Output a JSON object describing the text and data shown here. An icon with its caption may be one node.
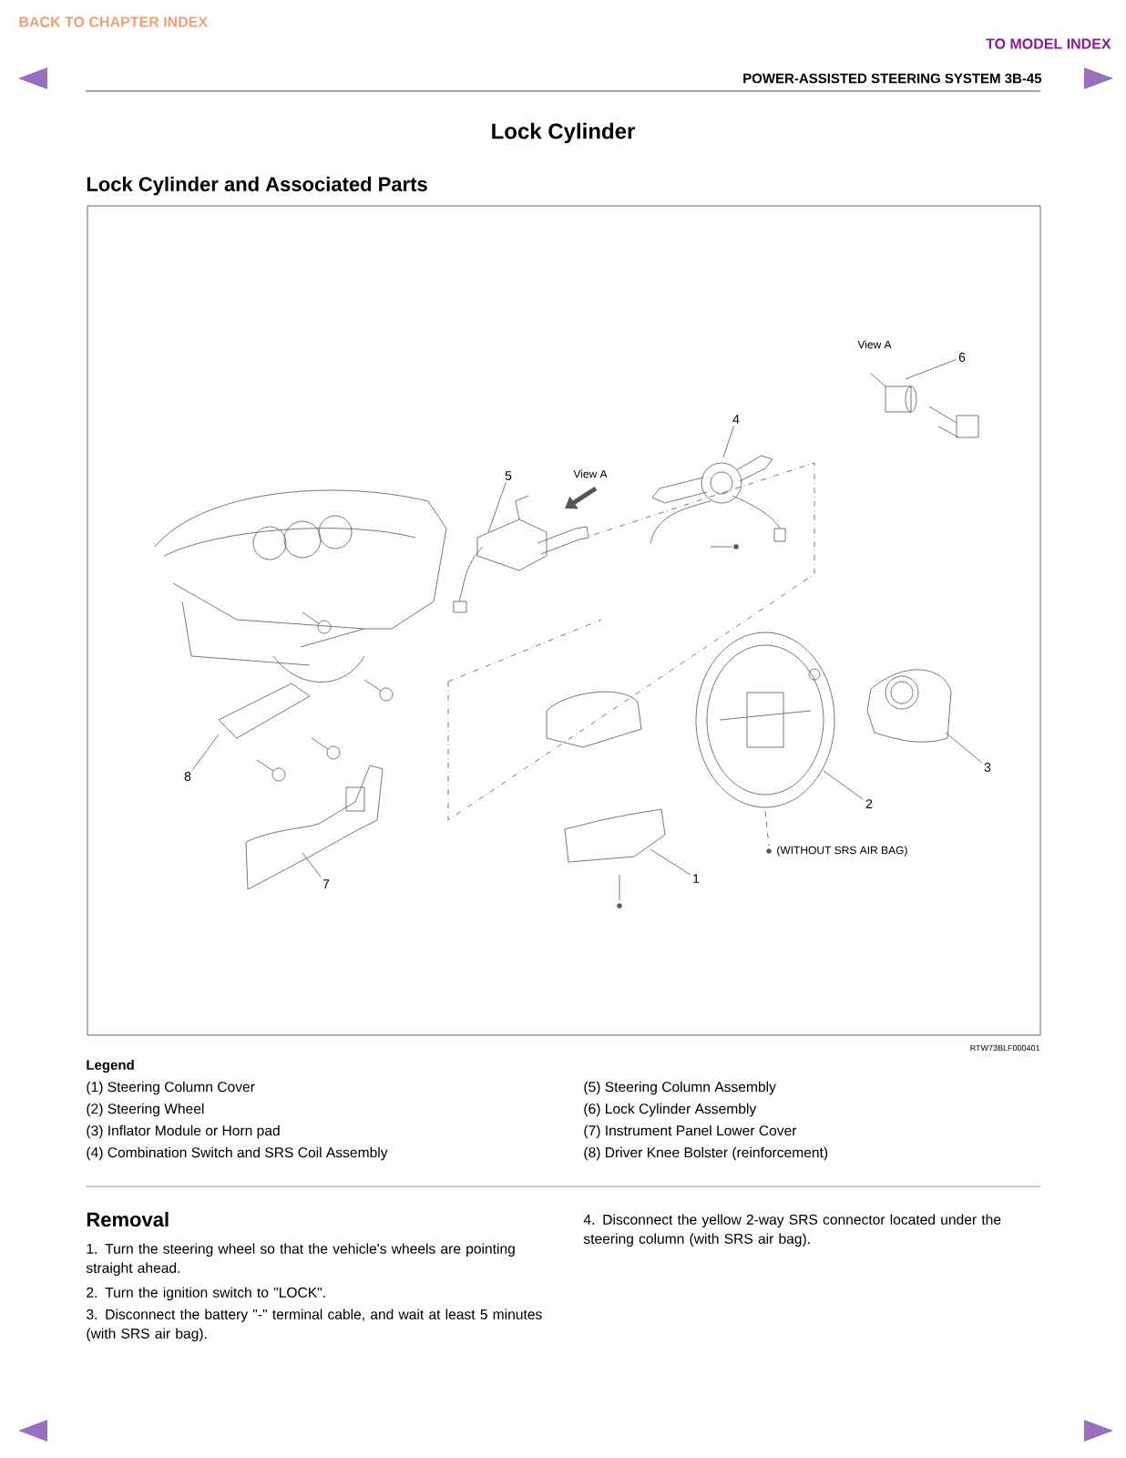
{
  "diagram": {
    "title": "Lock Cylinder",
    "nodes": [
      {
        "text": [
          "6"
        ]
      },
      {
        "text": [
          "4"
        ]
      },
      {
        "text": [
          "5"
        ]
      },
      {
        "text": [
          "3"
        ]
      },
      {
        "text": [
          "2"
        ]
      },
      {
        "text": [
          "8"
        ]
      },
      {
        "text": [
          "7"
        ]
      },
      {
        "text": [
          "1"
        ]
      }
    ],
    "edges": [
      {
        "from": 0,
        "to": null,
        "arrow": "none"
      },
      {
        "from": 1,
        "to": null,
        "arrow": "none"
      },
      {
        "from": 2,
        "to": null,
        "arrow": "none"
      },
      {
        "from": 3,
        "to": null,
        "arrow": "none"
      },
      {
        "from": 4,
        "to": null,
        "arrow": "none"
      },
      {
        "from": 5,
        "to": null,
        "arrow": "none"
      },
      {
        "from": 6,
        "to": null,
        "arrow": "none"
      },
      {
        "from": 7,
        "to": null,
        "arrow": "none"
      }
    ],
    "labels": [
      "BACK TO CHAPTER INDEX",
      "TO MODEL INDEX",
      "POWER-ASSISTED STEERING SYSTEM 3B-45",
      "Lock Cylinder and Associated Parts",
      "View A",
      "View A",
      "(WITHOUT SRS AIR BAG)",
      "RTW73BLF000401",
      "Legend",
      "(1) Steering Column Cover",
      "(2) Steering Wheel",
      "(3) Inflator Module or Horn pad",
      "(4) Combination Switch and SRS Coil Assembly",
      "(5) Steering Column Assembly",
      "(6) Lock Cylinder Assembly",
      "(7) Instrument Panel Lower Cover",
      "(8) Driver Knee Bolster (reinforcement)",
      "Removal",
      "1. Turn the steering wheel so that the vehicle's wheels are pointing straight ahead.",
      "2. Turn the ignition switch to \"LOCK\".",
      "3. Disconnect the battery \"-\" terminal cable, and wait at least 5 minutes (with SRS air bag).",
      "4. Disconnect the yellow 2-way SRS connector located under the steering column (with SRS air bag)."
    ]
  }
}
